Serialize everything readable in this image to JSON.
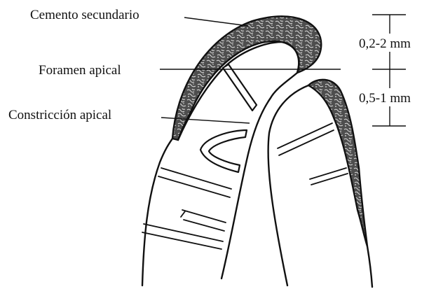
{
  "labels": {
    "cementum": "Cemento secundario",
    "apical_foramen": "Foramen apical",
    "apical_constriction": "Constricción apical"
  },
  "dimensions": {
    "upper": "0,2-2 mm",
    "lower": "0,5-1 mm"
  },
  "colors": {
    "ink": "#111111",
    "cementum_fill": "#5a5a5a",
    "background": "#ffffff"
  }
}
